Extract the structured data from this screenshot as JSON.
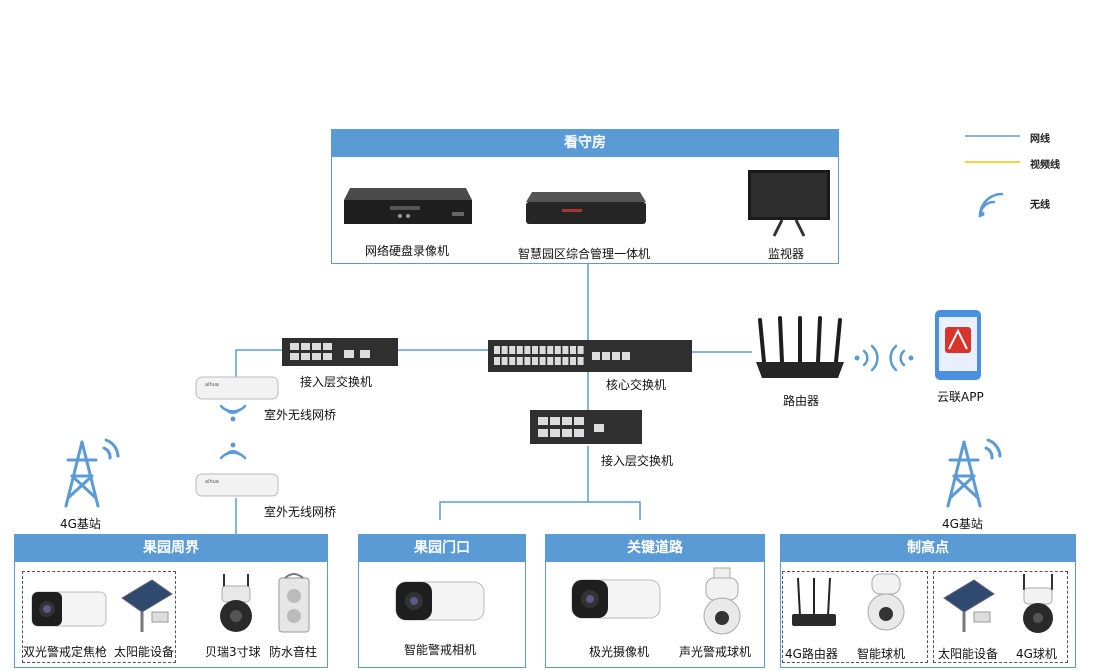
{
  "colors": {
    "net_line": "#5b9bd5",
    "video_line": "#ffc000",
    "panel_blue": "#5b9bd5",
    "device_dark": "#2b2b2b"
  },
  "legend": {
    "net": "网线",
    "video": "视频线",
    "wireless": "无线"
  },
  "guardhouse": {
    "title": "看守房",
    "nvr": "网络硬盘录像机",
    "platform": "智慧园区综合管理一体机",
    "monitor": "监视器"
  },
  "network": {
    "access_switch_left": "接入层交换机",
    "core_switch": "核心交换机",
    "access_switch_mid": "接入层交换机",
    "router": "路由器",
    "app": "云联APP",
    "bridge_top": "室外无线网桥",
    "bridge_bottom": "室外无线网桥",
    "station_left": "4G基站",
    "station_right": "4G基站"
  },
  "sections": {
    "perimeter": {
      "title": "果园周界",
      "items": [
        "双光警戒定焦枪",
        "太阳能设备",
        "贝瑞3寸球",
        "防水音柱"
      ]
    },
    "gate": {
      "title": "果园门口",
      "items": [
        "智能警戒相机"
      ]
    },
    "road": {
      "title": "关键道路",
      "items": [
        "极光摄像机",
        "声光警戒球机"
      ]
    },
    "highpoint": {
      "title": "制高点",
      "items": [
        "4G路由器",
        "智能球机",
        "太阳能设备",
        "4G球机"
      ]
    }
  }
}
